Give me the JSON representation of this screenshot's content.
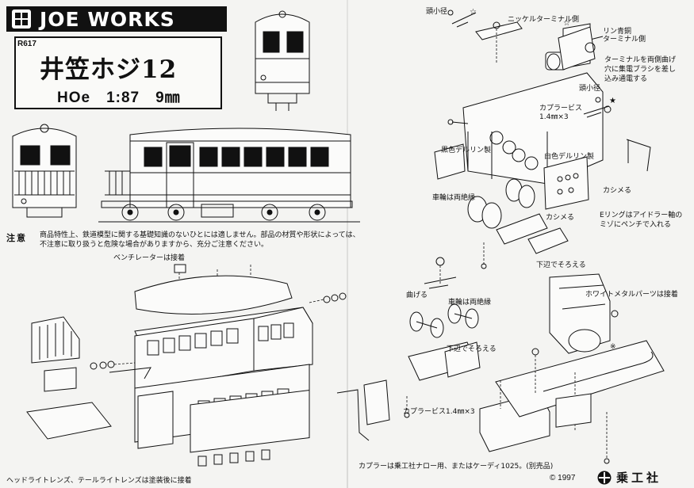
{
  "brand": {
    "name": "JOE WORKS",
    "logo_icon": "joeworks-logo-icon"
  },
  "product": {
    "code": "R617",
    "name": "井笠ホジ12",
    "scale": "HOe　1:87　9㎜"
  },
  "caution": {
    "heading": "注意",
    "line1": "商品特性上、鉄道模型に関する基礎知識のないひとには適しません。部品の材質や形状によっては、",
    "line2": "不注意に取り扱うと危険な場合がありますから、充分ご注意ください。"
  },
  "left_labels": {
    "ventilator": "ベンチレーターは接着",
    "lens": "ヘッドライトレンズ、テールライトレンズは塗装後に接着"
  },
  "right_labels": {
    "head_small_diameter": "頭小径",
    "nickel_terminal_side": "ニッケルターミナル側",
    "phosphor_terminal_side": "リン青銅\nターミナル側",
    "terminal_instruction": "ターミナルを両側曲げ\n穴に集電ブラシを差し\n込み通電する",
    "head_small_diameter_2": "頭小径",
    "coupler_screw": "カプラービス\n1.4㎜×3",
    "black_delrin": "黒色デルリン製",
    "white_delrin": "白色デルリン製",
    "caulk_1": "カシメる",
    "caulk_2": "カシメる",
    "wheel_insulated": "車輪は両絶縁",
    "e_ring": "Eリングはアイドラー軸の\nミゾにペンチで入れる",
    "align_bottom_1": "下辺でそろえる",
    "bend": "曲げる",
    "wheel_insulated_2": "車輪は両絶縁",
    "white_metal": "ホワイトメタルパーツは接着",
    "align_bottom_2": "下辺でそろえる",
    "coupler_screw_2": "カプラービス1.4㎜×3",
    "coupler_note": "カプラーは乗工社ナロー用、またはケーディ1025。(別売品)"
  },
  "footer": {
    "copyright": "©  1997",
    "maker": "乗工社",
    "maker_icon": "jokosha-logo-icon"
  }
}
